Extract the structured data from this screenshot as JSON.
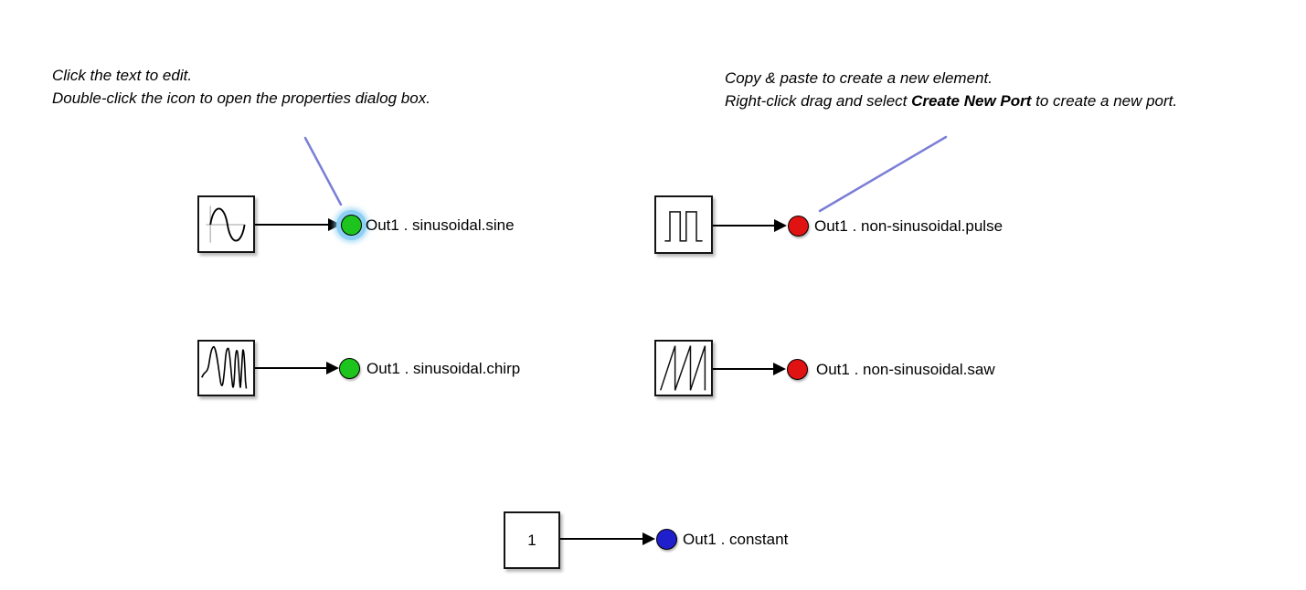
{
  "annotations": {
    "left": {
      "line1": "Click the text to edit.",
      "line2": "Double-click the icon to open the properties dialog box."
    },
    "right": {
      "line1": "Copy & paste to create a new element.",
      "line2_pre": "Right-click drag and select ",
      "line2_bold": "Create New Port",
      "line2_post": " to create a new port."
    }
  },
  "blocks": {
    "sine": {
      "icon": "sine-wave-icon",
      "label": "Out1 . sinusoidal.sine",
      "port_color": "#1ec41e",
      "selected": true
    },
    "pulse": {
      "icon": "pulse-wave-icon",
      "label": "Out1 . non-sinusoidal.pulse",
      "port_color": "#e01212",
      "selected": false
    },
    "chirp": {
      "icon": "chirp-wave-icon",
      "label": "Out1 . sinusoidal.chirp",
      "port_color": "#1ec41e",
      "selected": false
    },
    "saw": {
      "icon": "saw-wave-icon",
      "label": "Out1 . non-sinusoidal.saw",
      "port_color": "#e01212",
      "selected": false
    },
    "constant": {
      "icon": "constant-value",
      "value": "1",
      "label": "Out1 . constant",
      "port_color": "#1f1fcc",
      "selected": false
    }
  },
  "colors": {
    "port_green": "#1ec41e",
    "port_red": "#e01212",
    "port_blue": "#1f1fcc",
    "selection_halo": "#8dd0f4",
    "leader_line": "#7a7ed6",
    "canvas_background": "#ffffff"
  }
}
